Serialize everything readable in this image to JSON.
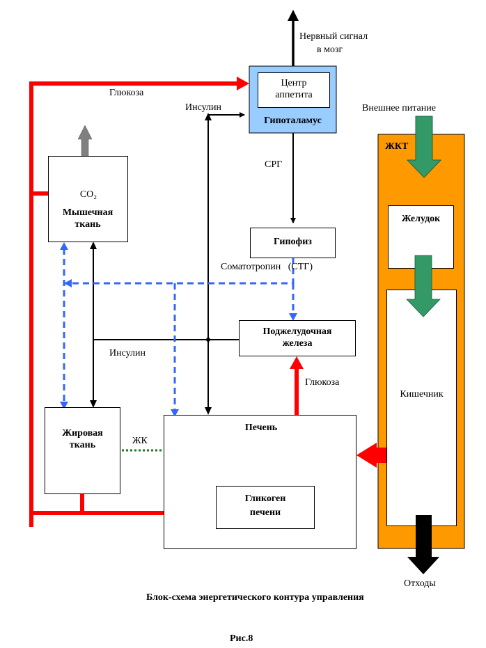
{
  "colors": {
    "red": "#ff0000",
    "black": "#000000",
    "blue_dashed": "#3366ff",
    "green_dotted": "#1a7a1a",
    "green_arrow": "#339966",
    "gray_arrow": "#808080",
    "hypothalamus_fill": "#99ccff",
    "gkt_fill": "#ff9900"
  },
  "nodes": {
    "appetite_center": "Центр аппетита",
    "hypothalamus": "Гипоталамус",
    "muscle_co2": "CO₂",
    "muscle": "Мышечная ткань",
    "hypophysis": "Гипофиз",
    "pancreas": "Поджелудочная железа",
    "adipose": "Жировая ткань",
    "liver": "Печень",
    "liver_glycogen": "Гликоген печени",
    "gkt": "ЖКТ",
    "stomach": "Желудок",
    "intestine": "Кишечник"
  },
  "labels": {
    "nerve_signal": "Нервный сигнал",
    "to_brain": "в мозг",
    "glucose_top": "Глюкоза",
    "insulin_top": "Инсулин",
    "external_food": "Внешнее питание",
    "srg": "СРГ",
    "somatotropin": "Соматотропин   (СТГ)",
    "insulin_mid": "Инсулин",
    "glucose_mid": "Глюкоза",
    "fatty_acids": "ЖК",
    "waste": "Отходы"
  },
  "caption": "Блок-схема энергетического контура управления",
  "figure_number": "Рис.8"
}
